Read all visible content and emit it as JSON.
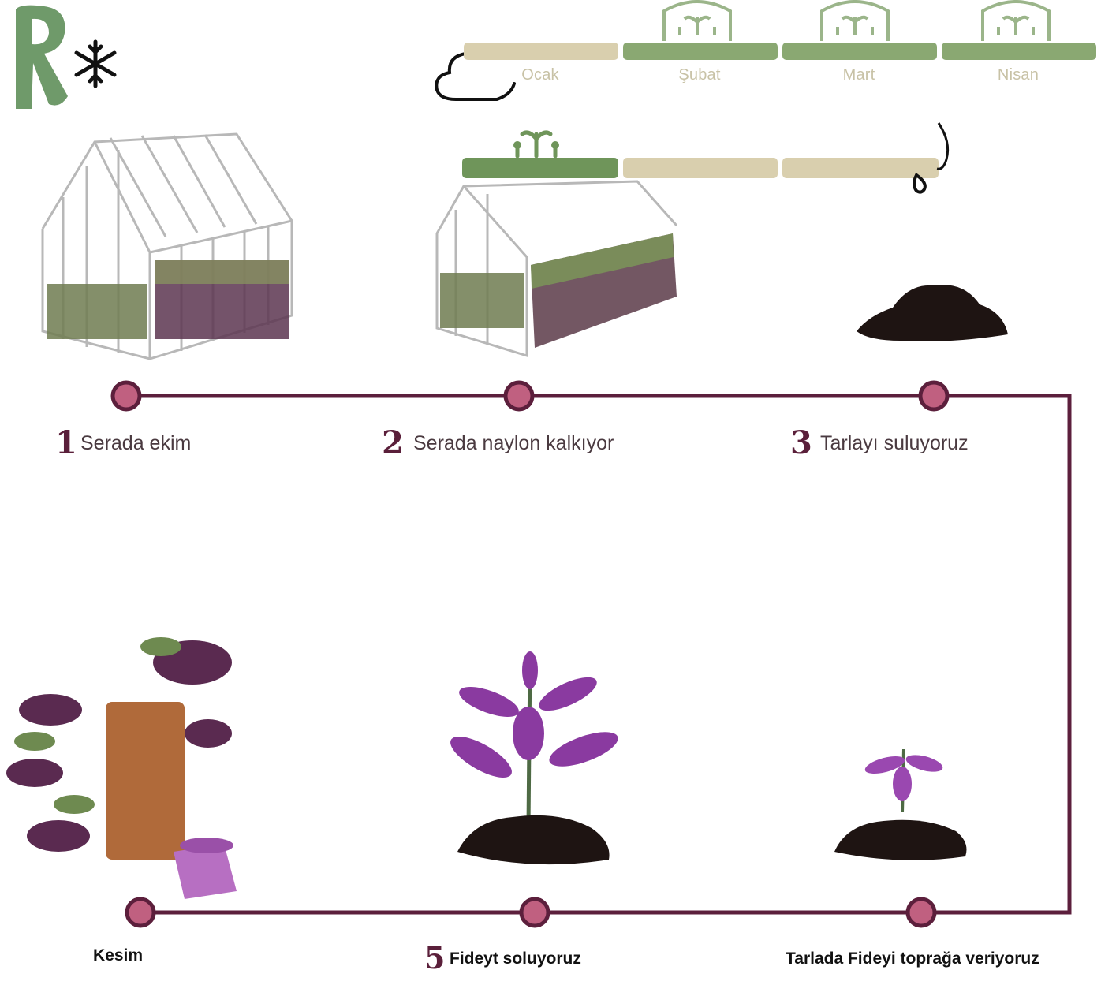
{
  "logo": {
    "letter": "R",
    "color": "#6f9a6a",
    "snowflake_icon": "snowflake-icon"
  },
  "months": [
    "Ocak",
    "Şubat",
    "Mart",
    "Nisan"
  ],
  "steps": [
    {
      "num": "1",
      "label": "Serada ekim"
    },
    {
      "num": "2",
      "label": "Serada naylon kalkıyor"
    },
    {
      "num": "3",
      "label": "Tarlayı suluyoruz"
    }
  ],
  "bottom": {
    "left": "Kesim",
    "mid_num": "5",
    "mid": "Fideyt soluyoruz",
    "right": "Tarlada Fideyi toprağa veriyoruz"
  },
  "colors": {
    "path": "#5c1f3c",
    "node_fill": "#c06080",
    "bar_green": "#8aa872",
    "bar_beige": "#d9cfae",
    "basil_purple": "#8a3aa0"
  }
}
